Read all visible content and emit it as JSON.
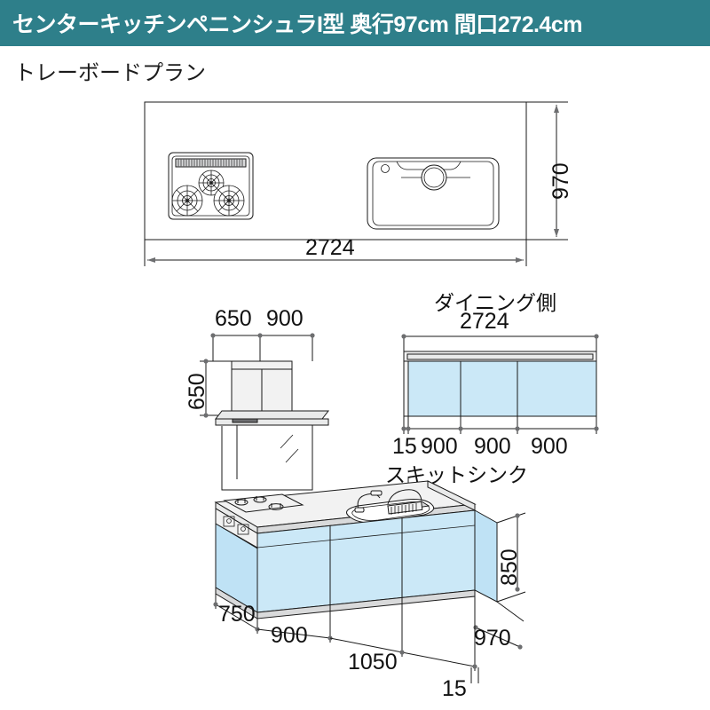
{
  "header": {
    "title": "センターキッチンペニンシュラI型 奥行97cm 間口272.4cm",
    "bar_color": "#2e7f8a"
  },
  "subtitle": "トレーボードプラン",
  "colors": {
    "accent_teal": "#2e7f8a",
    "panel_blue": "#cbe8f7",
    "line": "#1a1a1a",
    "counter_gray": "#e9eaea"
  },
  "plan_view": {
    "name": "top-plan-view",
    "width_dim": "2724",
    "depth_dim": "970",
    "cooktop": {
      "burners": 3,
      "has_grill": true
    },
    "sink": {
      "type": "skit-sink",
      "has_drain": true
    }
  },
  "hood_elevation": {
    "name": "range-hood-elevation",
    "top_dims": [
      "650",
      "900"
    ],
    "height_dim": "650"
  },
  "dining_side": {
    "label": "ダイニング側",
    "total_dim": "2724",
    "bottom_dims": [
      "15",
      "900",
      "900",
      "900"
    ],
    "panel_count": 3
  },
  "sink_callout": "スキットシンク",
  "perspective": {
    "name": "kitchen-perspective-view",
    "height_dim": "850",
    "depth_dim": "970",
    "bottom_dims": [
      "750",
      "900",
      "1050",
      "15"
    ],
    "door_count": 3
  }
}
